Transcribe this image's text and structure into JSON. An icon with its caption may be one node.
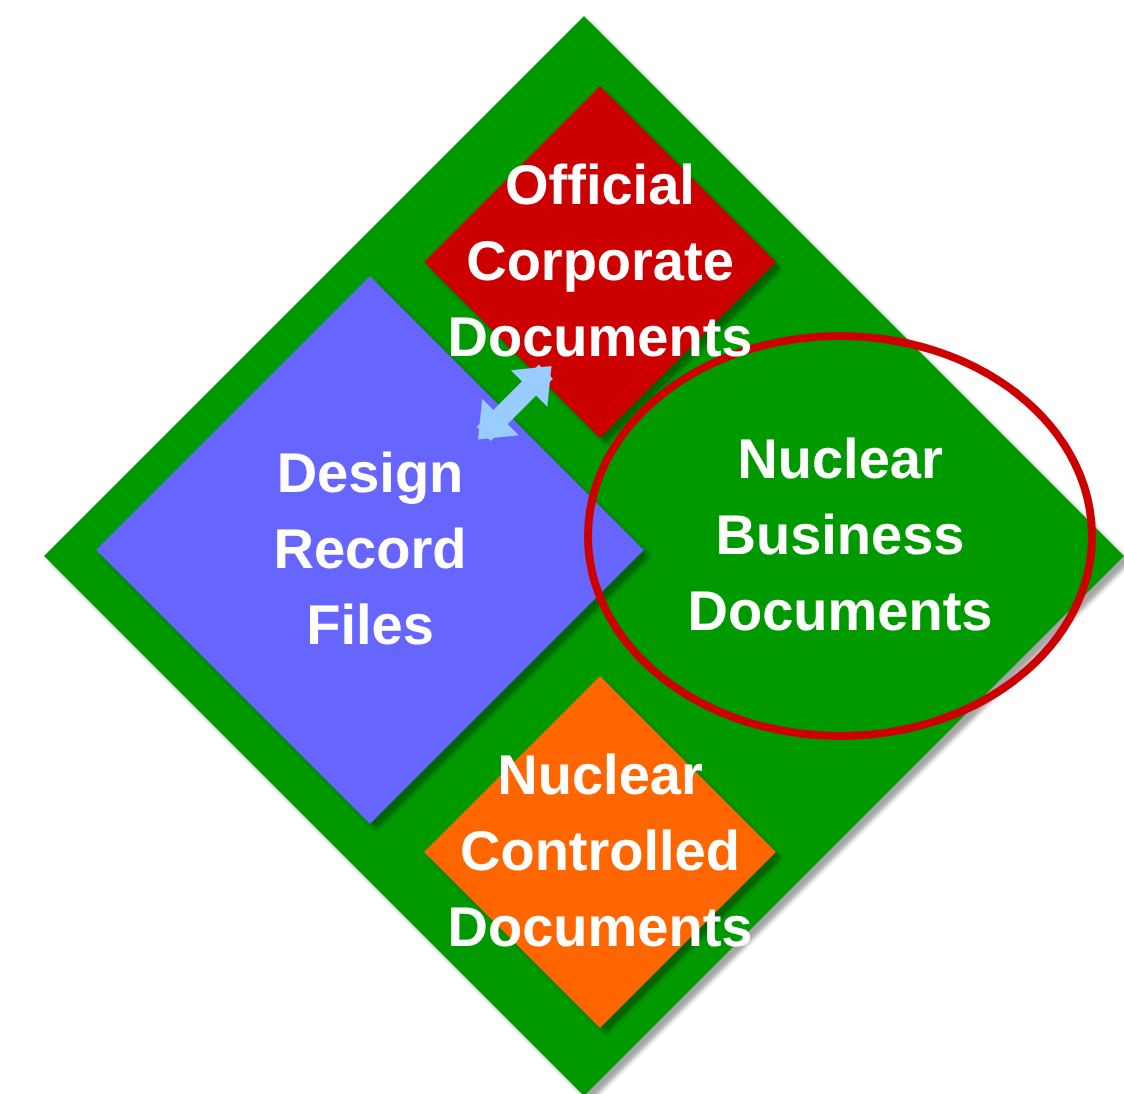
{
  "diagram": {
    "nodes": [
      {
        "text": [],
        "shape": "diamond"
      },
      {
        "text": [
          "Official Corporate Documents"
        ],
        "in": 0
      },
      {
        "text": [
          "Design Record Files"
        ],
        "in": 0
      },
      {
        "text": [
          "Nuclear Controlled Documents"
        ],
        "in": 0
      },
      {
        "text": [
          "Nuclear Business Documents"
        ],
        "in": 0
      }
    ],
    "edges": [
      {
        "from": 2,
        "to": 1,
        "arrow": "both",
        "color": "#99ccff"
      }
    ]
  }
}
